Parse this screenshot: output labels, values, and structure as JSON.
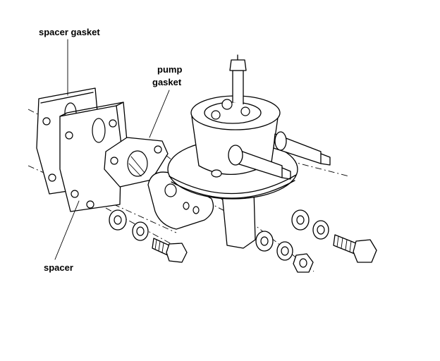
{
  "labels": {
    "spacer_gasket": "spacer gasket",
    "pump_gasket_line1": "pump",
    "pump_gasket_line2": "gasket",
    "spacer": "spacer"
  }
}
